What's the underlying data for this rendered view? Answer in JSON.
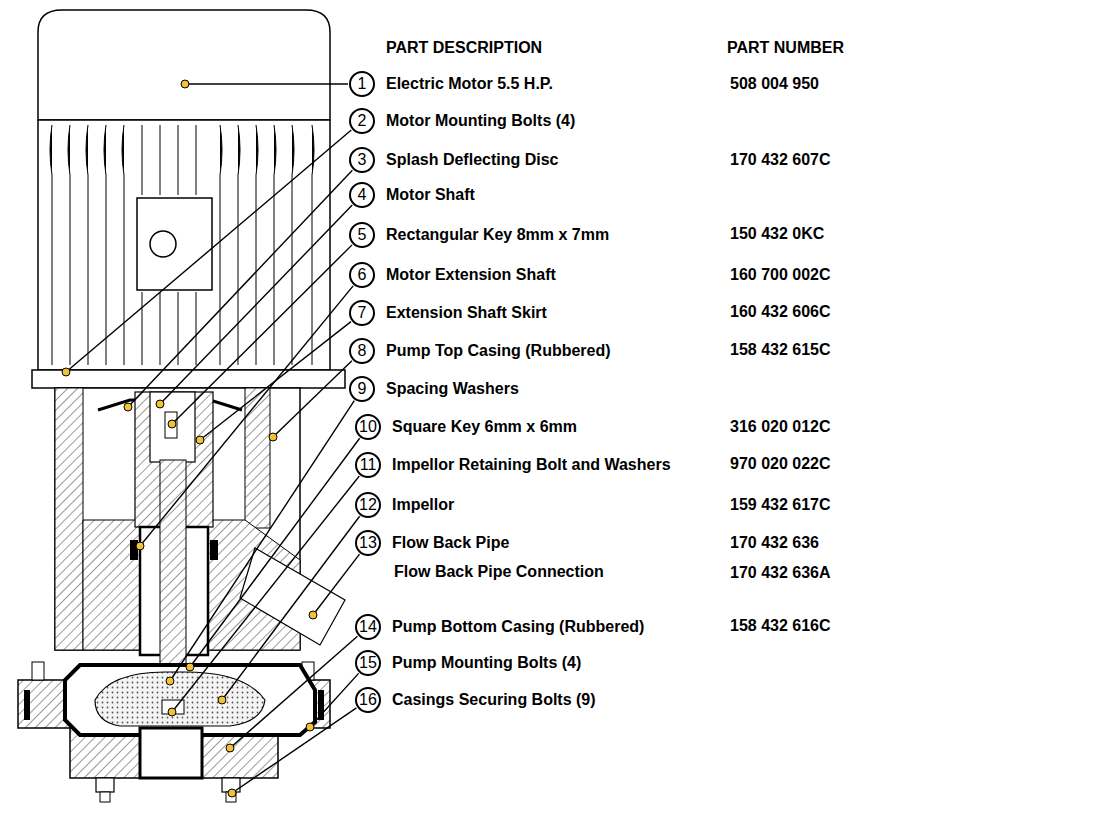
{
  "diagram": {
    "nodes": [
      {
        "text": [
          "1"
        ]
      },
      {
        "text": [
          "2"
        ]
      },
      {
        "text": [
          "3"
        ]
      },
      {
        "text": [
          "4"
        ]
      },
      {
        "text": [
          "5"
        ]
      },
      {
        "text": [
          "6"
        ]
      },
      {
        "text": [
          "7"
        ]
      },
      {
        "text": [
          "8"
        ]
      },
      {
        "text": [
          "9"
        ]
      },
      {
        "text": [
          "10"
        ]
      },
      {
        "text": [
          "11"
        ]
      },
      {
        "text": [
          "12"
        ]
      },
      {
        "text": [
          "13"
        ]
      },
      {
        "text": [
          "14"
        ]
      },
      {
        "text": [
          "15"
        ]
      },
      {
        "text": [
          "16"
        ]
      }
    ],
    "labels": [
      "PART DESCRIPTION",
      "PART NUMBER",
      "Electric Motor 5.5 H.P.",
      "508 004 950",
      "Motor Mounting Bolts (4)",
      "Splash Deflecting Disc",
      "170 432 607C",
      "Motor Shaft",
      "Rectangular Key 8mm x 7mm",
      "150 432 0KC",
      "Motor Extension Shaft",
      "160 700 002C",
      "Extension Shaft Skirt",
      "160 432 606C",
      "Pump Top Casing (Rubbered)",
      "158 432 615C",
      "Spacing Washers",
      "Square Key 6mm x 6mm",
      "316 020 012C",
      "Impellor Retaining Bolt and Washers",
      "970 020 022C",
      "Impellor",
      "159 432 617C",
      "Flow Back Pipe",
      "170 432 636",
      "Flow Back Pipe Connection",
      "170 432 636A",
      "Pump Bottom Casing (Rubbered)",
      "158 432 616C",
      "Pump Mounting Bolts (4)",
      "Casings Securing Bolts (9)"
    ]
  }
}
